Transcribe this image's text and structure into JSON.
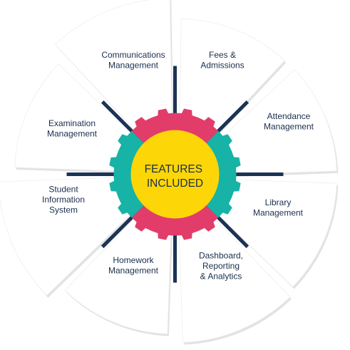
{
  "center": {
    "lines": [
      "FEATURES",
      "INCLUDED"
    ]
  },
  "features": [
    {
      "lines": [
        "Fees &",
        "Admissions"
      ]
    },
    {
      "lines": [
        "Attendance",
        "Management"
      ]
    },
    {
      "lines": [
        "Library",
        "Management"
      ]
    },
    {
      "lines": [
        "Dashboard,",
        "Reporting",
        "& Analytics"
      ]
    },
    {
      "lines": [
        "Homework",
        "Management"
      ]
    },
    {
      "lines": [
        "Student",
        "Information",
        "System"
      ]
    },
    {
      "lines": [
        "Examination",
        "Management"
      ]
    },
    {
      "lines": [
        "Communications",
        "Management"
      ]
    }
  ],
  "colors": {
    "background": "#ffffff",
    "segment_fill": "#ffffff",
    "segment_shadow": "#e2e2e2",
    "spoke": "#1b3355",
    "gear_teal": "#17b3a6",
    "gear_pink": "#e23d6a",
    "center_fill": "#fdd607",
    "label_text": "#1b2f4e"
  },
  "icons": {
    "gear": "gear-ring-icon"
  }
}
